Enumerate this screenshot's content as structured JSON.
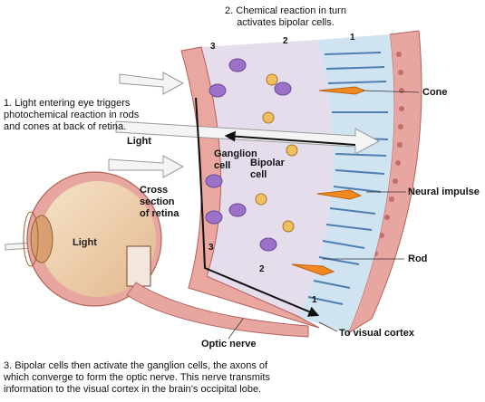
{
  "captions": {
    "step2_line1": "2. Chemical reaction in turn",
    "step2_line2": "activates bipolar cells.",
    "step1_line1": "1. Light entering eye triggers",
    "step1_line2": "photochemical reaction in rods",
    "step1_line3": "and cones at back of retina.",
    "step3_line1": "3. Bipolar cells then activate the ganglion cells, the axons of",
    "step3_line2": "which converge to form the optic nerve. This nerve transmits",
    "step3_line3": "information to the visual cortex in the brain’s occipital lobe."
  },
  "labels": {
    "cone": "Cone",
    "light_top": "Light",
    "ganglion_line1": "Ganglion",
    "ganglion_line2": "cell",
    "bipolar_line1": "Bipolar",
    "bipolar_line2": "cell",
    "neural_impulse": "Neural impulse",
    "cross_line1": "Cross",
    "cross_line2": "section",
    "cross_line3": "of retina",
    "light_eye": "Light",
    "rod": "Rod",
    "to_visual_cortex": "To visual cortex",
    "optic_nerve": "Optic nerve"
  },
  "layer_numbers": {
    "top_3": "3",
    "top_2": "2",
    "top_1": "1",
    "bottom_3": "3",
    "bottom_2": "2",
    "bottom_1": "1"
  },
  "colors": {
    "sclera": "#d98d88",
    "sclera_dark": "#b4605c",
    "retina_bg": "#e8e0ee",
    "photoreceptor_bg": "#cfe3f0",
    "ganglion": "#9b72c8",
    "bipolar": "#f0c060",
    "rod": "#5f8fc0",
    "cone": "#f08a20",
    "arrow": "#f3f3f3",
    "impulse_arrow": "#111111",
    "eye_iris": "#b0702a"
  }
}
